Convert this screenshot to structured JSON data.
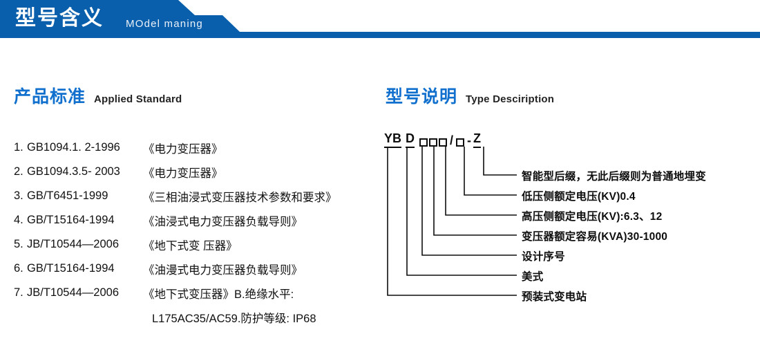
{
  "banner": {
    "title": "型号含义",
    "subtitle": "MOdel maning",
    "color": "#0a5fac"
  },
  "sections": {
    "left": {
      "cn": "产品标准",
      "en": "Applied Standard"
    },
    "right": {
      "cn": "型号说明",
      "en": "Type Desciription"
    }
  },
  "accent_color": "#1170cd",
  "standards": [
    {
      "idx": "1.",
      "code": "GB1094.1. 2-1996",
      "name": "《电力变压器》"
    },
    {
      "idx": "2.",
      "code": "GB1094.3.5- 2003",
      "name": "《电力变压器》"
    },
    {
      "idx": "3.",
      "code": "GB/T6451-1999",
      "name": "《三相油浸式变压器技术参数和要求》"
    },
    {
      "idx": "4.",
      "code": "GB/T15164-1994",
      "name": "《油浸式电力变压器负载导则》"
    },
    {
      "idx": "5.",
      "code": "JB/T10544—2006",
      "name": "《地下式变 压器》"
    },
    {
      "idx": "6.",
      "code": "GB/T15164-1994",
      "name": "《油漫式电力变压器负载导则》"
    },
    {
      "idx": "7.",
      "code": "JB/T10544—2006",
      "name": "《地下式变压器》B.绝缘水平:"
    }
  ],
  "standards_continuation": "L175AC35/AC59.防护等级: IP68",
  "model_code": {
    "segments": [
      {
        "type": "text",
        "value": "YB",
        "underline": true
      },
      {
        "type": "gap",
        "value": " "
      },
      {
        "type": "text",
        "value": "D",
        "underline": true
      },
      {
        "type": "gap",
        "value": " "
      },
      {
        "type": "box"
      },
      {
        "type": "box"
      },
      {
        "type": "box"
      },
      {
        "type": "text",
        "value": "/",
        "underline": false
      },
      {
        "type": "box"
      },
      {
        "type": "text",
        "value": " - ",
        "underline": false
      },
      {
        "type": "text",
        "value": "Z",
        "underline": true
      }
    ],
    "plain": "YB D □□□/□ - Z"
  },
  "descriptions": [
    "智能型后缀，无此后缀则为普通地埋变",
    "低压侧额定电压(KV)0.4",
    "高压侧额定电压(KV):6.3、12",
    "变压器额定容易(KVA)30-1000",
    "设计序号",
    "美式",
    "预装式变电站"
  ]
}
